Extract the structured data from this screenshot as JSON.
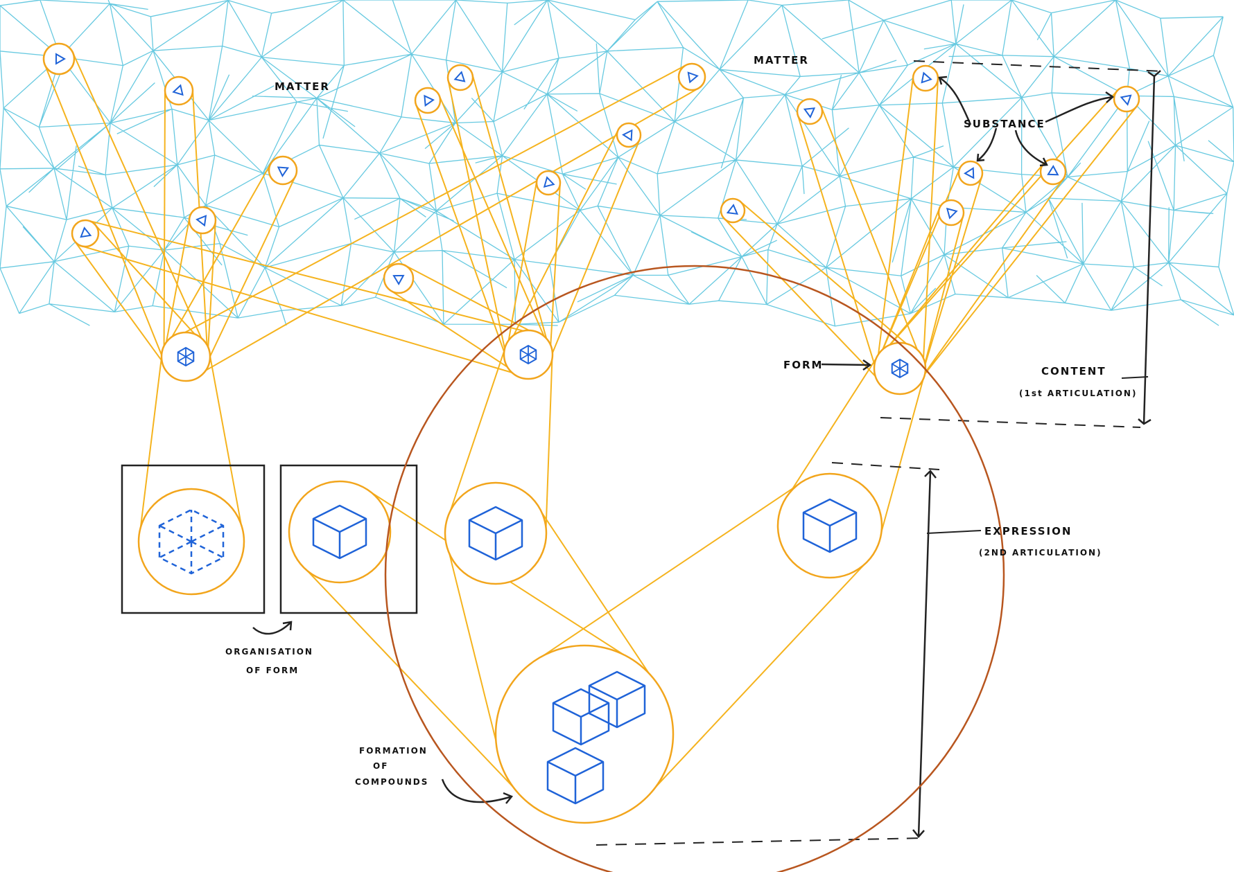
{
  "colors": {
    "matter_mesh": "#56c3dd",
    "link_lines": "#f5b31e",
    "circles": "#f2a51c",
    "glyphs": "#1f63d8",
    "annotation": "#111111",
    "highlight_circle": "#b8561f"
  },
  "labels": {
    "matter_left": "MATTER",
    "matter_right": "MATTER",
    "substance": "SUBSTANCE",
    "form": "FORM",
    "content": "CONTENT",
    "content_sub": "(1st ARTICULATION)",
    "expression": "EXPRESSION",
    "expression_sub": "(2ND ARTICULATION)",
    "organisation_line1": "ORGANISATION",
    "organisation_line2": "OF FORM",
    "formation_line1": "FORMATION",
    "formation_line2": "OF",
    "formation_line3": "COMPOUNDS"
  },
  "icons": [
    "triangle-substance-icon",
    "star-form-icon",
    "cube-icon",
    "dashed-cube-icon",
    "compound-cubes-icon"
  ]
}
